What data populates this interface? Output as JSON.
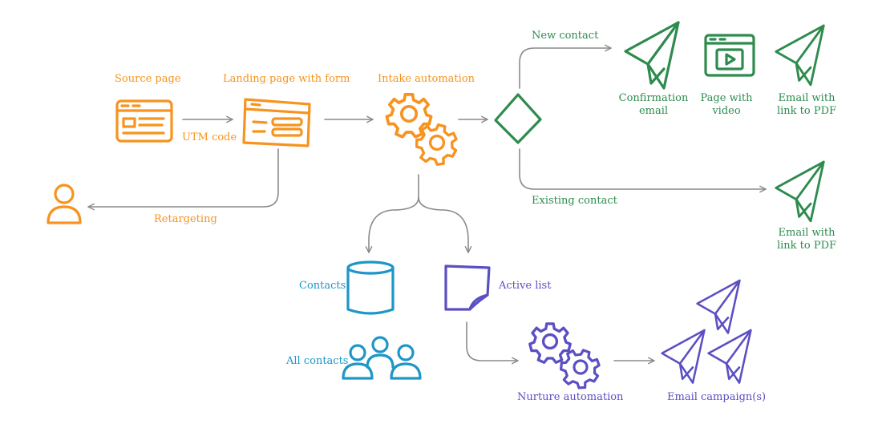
{
  "colors": {
    "orange": "#f7931e",
    "green": "#2e8b4e",
    "blue": "#1e96c8",
    "purple": "#5b4fc4",
    "arrow": "#8a8a8a"
  },
  "labels": {
    "source_page": "Source page",
    "landing_page": "Landing page with form",
    "intake_automation": "Intake automation",
    "utm_code": "UTM code",
    "retargeting": "Retargeting",
    "new_contact": "New contact",
    "existing_contact": "Existing contact",
    "confirmation_email": "Confirmation\nemail",
    "page_with_video": "Page with\nvideo",
    "email_pdf_new": "Email with\nlink to PDF",
    "email_pdf_existing": "Email with\nlink to PDF",
    "contacts": "Contacts",
    "active_list": "Active list",
    "all_contacts": "All contacts",
    "nurture_automation": "Nurture automation",
    "email_campaigns": "Email campaign(s)"
  },
  "icons": [
    "source-page-browser-icon",
    "landing-page-form-icon",
    "intake-gears-icon",
    "decision-diamond-icon",
    "person-icon",
    "confirmation-email-plane-icon",
    "video-page-icon",
    "pdf-email-plane-icon",
    "existing-pdf-email-plane-icon",
    "contacts-database-icon",
    "active-list-document-icon",
    "all-contacts-group-icon",
    "nurture-gears-icon",
    "email-campaign-planes-icon"
  ]
}
